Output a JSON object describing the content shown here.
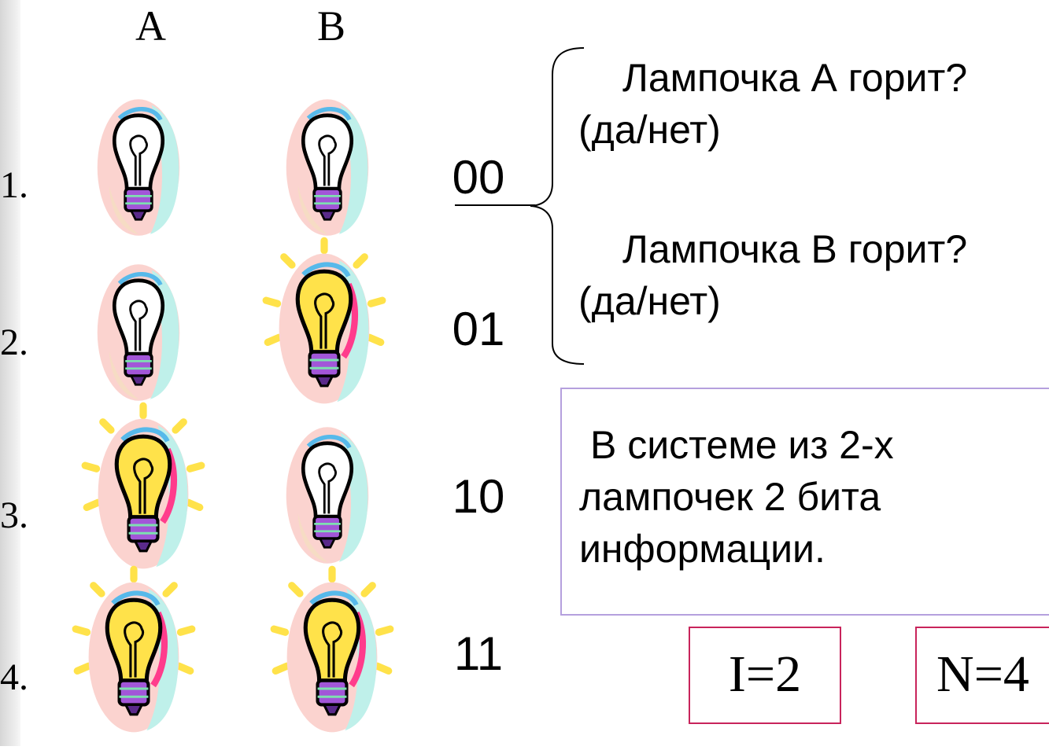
{
  "columns": [
    "A",
    "B"
  ],
  "rows": [
    {
      "number": "1.",
      "code": "00",
      "lamp_a": "off",
      "lamp_b": "off"
    },
    {
      "number": "2.",
      "code": "01",
      "lamp_a": "off",
      "lamp_b": "on"
    },
    {
      "number": "3.",
      "code": "10",
      "lamp_a": "on",
      "lamp_b": "off"
    },
    {
      "number": "4.",
      "code": "11",
      "lamp_a": "on",
      "lamp_b": "on"
    }
  ],
  "questions": [
    {
      "line1": "Лампочка А горит?",
      "line2": "(да/нет)"
    },
    {
      "line1": "Лампочка В горит?",
      "line2": "(да/нет)"
    }
  ],
  "info_box": {
    "lines": [
      "В системе из 2-х",
      "лампочек 2 бита",
      "информации."
    ]
  },
  "formulas": {
    "i": "I=2",
    "n": "N=4"
  },
  "colors": {
    "info_border": "#b5a0de",
    "formula_border": "#c8245b",
    "bulb_glow": "#ffe24a",
    "bulb_base": "#a256d8"
  },
  "icons": {
    "lamp_off": "light-bulb-off-icon",
    "lamp_on": "light-bulb-on-icon"
  }
}
